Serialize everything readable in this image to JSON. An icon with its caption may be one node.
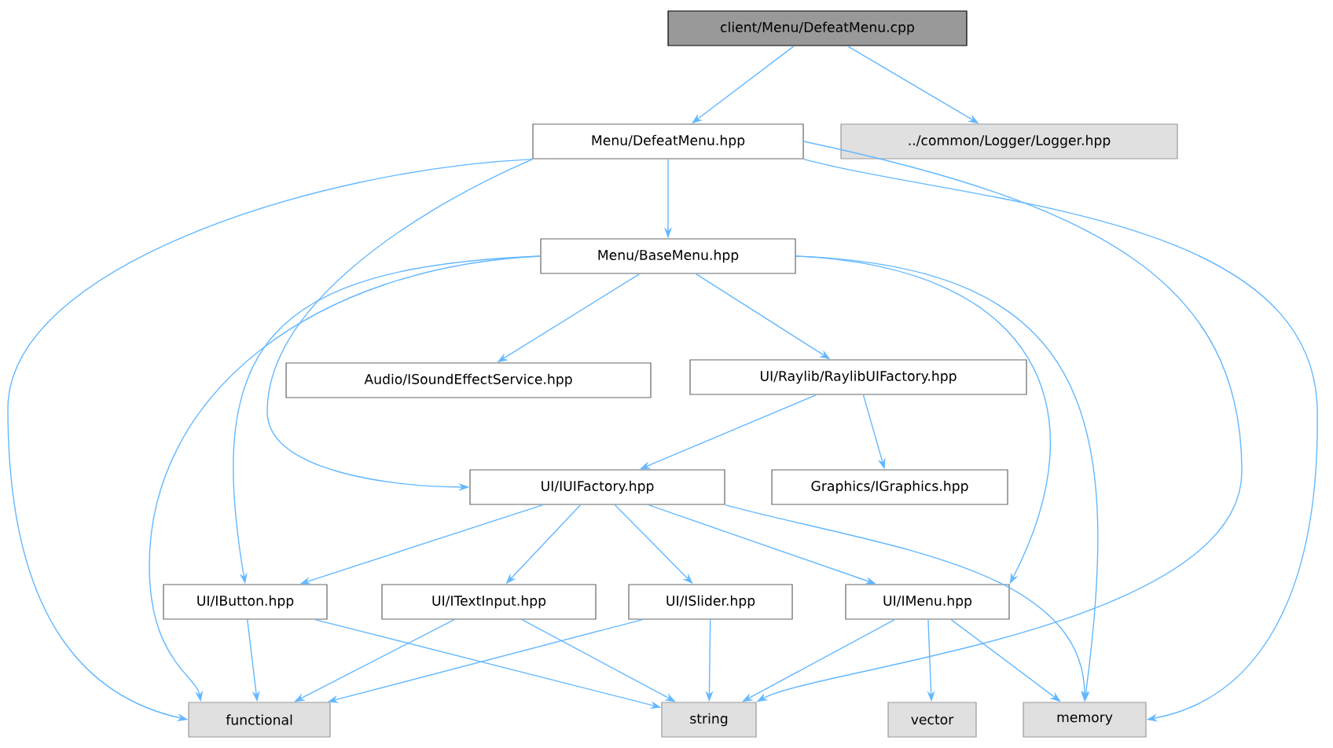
{
  "diagram": {
    "nodes": [
      {
        "text": [
          "client/Menu/DefeatMenu.cpp"
        ]
      },
      {
        "text": [
          "Menu/DefeatMenu.hpp"
        ]
      },
      {
        "text": [
          "../common/Logger/Logger.hpp"
        ]
      },
      {
        "text": [
          "Menu/BaseMenu.hpp"
        ]
      },
      {
        "text": [
          "Audio/ISoundEffectService.hpp"
        ]
      },
      {
        "text": [
          "UI/Raylib/RaylibUIFactory.hpp"
        ]
      },
      {
        "text": [
          "UI/IUIFactory.hpp"
        ]
      },
      {
        "text": [
          "Graphics/IGraphics.hpp"
        ]
      },
      {
        "text": [
          "UI/IButton.hpp"
        ]
      },
      {
        "text": [
          "UI/ITextInput.hpp"
        ]
      },
      {
        "text": [
          "UI/ISlider.hpp"
        ]
      },
      {
        "text": [
          "UI/IMenu.hpp"
        ]
      },
      {
        "text": [
          "functional"
        ]
      },
      {
        "text": [
          "string"
        ]
      },
      {
        "text": [
          "vector"
        ]
      },
      {
        "text": [
          "memory"
        ]
      }
    ],
    "edges": [
      {
        "from": 0,
        "to": 1,
        "arrow": "to"
      },
      {
        "from": 0,
        "to": 2,
        "arrow": "to"
      },
      {
        "from": 1,
        "to": 3,
        "arrow": "to"
      },
      {
        "from": 1,
        "to": 12,
        "arrow": "to"
      },
      {
        "from": 1,
        "to": 6,
        "arrow": "to"
      },
      {
        "from": 1,
        "to": 13,
        "arrow": "to"
      },
      {
        "from": 1,
        "to": 15,
        "arrow": "to"
      },
      {
        "from": 3,
        "to": 12,
        "arrow": "to"
      },
      {
        "from": 3,
        "to": 8,
        "arrow": "to"
      },
      {
        "from": 3,
        "to": 4,
        "arrow": "to"
      },
      {
        "from": 3,
        "to": 5,
        "arrow": "to"
      },
      {
        "from": 3,
        "to": 11,
        "arrow": "to"
      },
      {
        "from": 3,
        "to": 15,
        "arrow": "to"
      },
      {
        "from": 5,
        "to": 6,
        "arrow": "to"
      },
      {
        "from": 5,
        "to": 7,
        "arrow": "to"
      },
      {
        "from": 6,
        "to": 8,
        "arrow": "to"
      },
      {
        "from": 6,
        "to": 9,
        "arrow": "to"
      },
      {
        "from": 6,
        "to": 10,
        "arrow": "to"
      },
      {
        "from": 6,
        "to": 11,
        "arrow": "to"
      },
      {
        "from": 6,
        "to": 15,
        "arrow": "to"
      },
      {
        "from": 8,
        "to": 12,
        "arrow": "to"
      },
      {
        "from": 8,
        "to": 13,
        "arrow": "to"
      },
      {
        "from": 9,
        "to": 12,
        "arrow": "to"
      },
      {
        "from": 9,
        "to": 13,
        "arrow": "to"
      },
      {
        "from": 10,
        "to": 12,
        "arrow": "to"
      },
      {
        "from": 10,
        "to": 13,
        "arrow": "to"
      },
      {
        "from": 11,
        "to": 13,
        "arrow": "to"
      },
      {
        "from": 11,
        "to": 14,
        "arrow": "to"
      },
      {
        "from": 11,
        "to": 15,
        "arrow": "to"
      }
    ]
  }
}
